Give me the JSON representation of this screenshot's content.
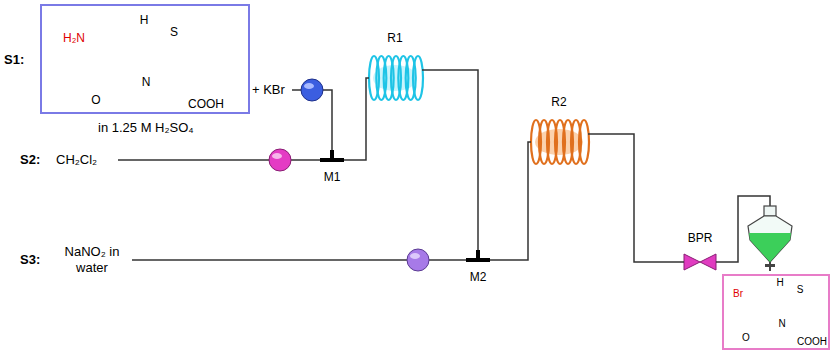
{
  "diagram": {
    "nodes": [
      {
        "text": [
          "H₂N",
          "H",
          "S",
          "O",
          "N",
          "COOH"
        ]
      },
      {
        "text": [
          "M1"
        ]
      },
      {
        "text": [
          "R1"
        ]
      },
      {
        "text": [
          "M2"
        ]
      },
      {
        "text": [
          "R2"
        ]
      },
      {
        "text": [
          "BPR"
        ]
      },
      {
        "text": [
          "Br",
          "H",
          "S",
          "O",
          "N",
          "COOH"
        ]
      }
    ],
    "edges": [
      {
        "from": 1,
        "to": 2,
        "arrow": "none"
      },
      {
        "from": 2,
        "to": 3,
        "arrow": "none"
      },
      {
        "from": 3,
        "to": 4,
        "arrow": "none"
      },
      {
        "from": 4,
        "to": 5,
        "arrow": "none"
      }
    ],
    "labels": [
      "S1:",
      "+ KBr",
      "in 1.25 M H₂SO₄",
      "S2:",
      "CH₂Cl₂",
      "S3:",
      "NaNO₂ in water"
    ]
  }
}
